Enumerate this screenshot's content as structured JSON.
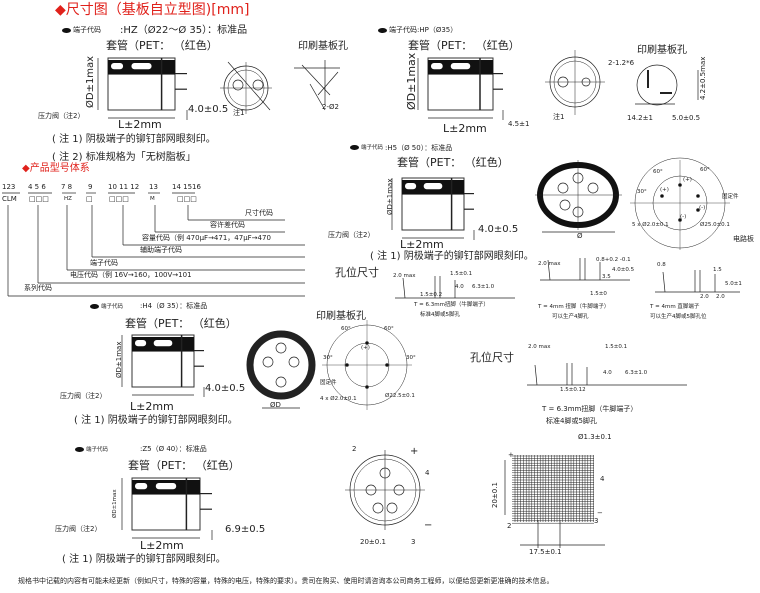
{
  "title": "◆尺寸图（基板自立型图)[mm]",
  "hz": {
    "terminal_prefix": "端子代码",
    "terminal": ":HZ（Ø22～Ø 35）：标准品",
    "sleeve": "套管（PET：  （红色）",
    "diameter": "ØD±1max",
    "valve": "压力阀（注2）",
    "lead": "4.0±0.5",
    "length": "L±2mm",
    "note1_mark": "注1",
    "pcb_title": "印刷基板孔",
    "pcb_hole": "2-Ø2"
  },
  "notes": {
    "note1": "( 注  1) 阴极端子的铆钉部网眼刻印。",
    "note2": "( 注  2) 标准规格为「无树脂板」"
  },
  "model": {
    "heading": "◆产品型号体系",
    "digits": [
      "123",
      "4 5 6",
      "7 8",
      "9",
      "10 11 12",
      "13",
      "14 1516"
    ],
    "codes": [
      "CLM",
      "□□□",
      "HZ",
      "□",
      "□□□",
      "M",
      "□□□"
    ],
    "labels": [
      "尺寸代码",
      "容许差代码",
      "容量代码（例 470μF→471，47μF→470",
      "辅助端子代码",
      "端子代码",
      "电压代码（例 16V→160，100V→101",
      "系列代码"
    ]
  },
  "hp": {
    "terminal": "端子代码:HP（Ø35）",
    "sleeve": "套管（PET：  （红色）",
    "diameter": "ØD±1max",
    "lead": "4.5±1",
    "length": "L±2mm",
    "note1_mark": "注1",
    "pcb_title": "印刷基板孔",
    "pcb_hole": "2-1.2*6",
    "height": "4.2±0.5max",
    "dim1": "14.2±1",
    "dim2": "5.0±0.5"
  },
  "h5": {
    "terminal_prefix": "端子代码",
    "terminal": ":H5（Ø 50）：标准品",
    "sleeve": "套管（PET：  （红色）",
    "diameter": "ØD±1max",
    "valve": "压力阀（注2）",
    "lead": "4.0±0.5",
    "length": "L±2mm",
    "note1": "( 注  1) 阴极端子的铆钉部网眼刻印。",
    "dia": "Ø",
    "angle1": "60°",
    "angle2": "60°",
    "angle3": "30°",
    "plus1": "(+)",
    "plus2": "(+)",
    "minus1": "(-)",
    "minus2": "(-)",
    "fix": "固定件",
    "holes": "5 x Ø2.0±0.1",
    "circle": "Ø25.0±0.1",
    "board": "电路板"
  },
  "holepos": {
    "title": "孔位尺寸",
    "a": {
      "d1": "2.0 max",
      "d2": "1.5±0.1",
      "d3": "4.0",
      "d4": "6.3±1.0",
      "d5": "1.5±0.2",
      "cap1": "T = 6.3mm扭脚（牛脚端子）",
      "cap2": "标准4脚或5脚孔"
    },
    "b": {
      "d1": "2.0 max",
      "d2": "0.8+0.2 -0.1",
      "d3": "3.5",
      "d4": "4.0±0.5",
      "d5": "1.5±0",
      "cap1": "T = 4mm 扭脚（牛脚端子）",
      "cap2": "可以生产4脚孔"
    },
    "c": {
      "d1": "0.8",
      "d2": "1.5",
      "d3": "5.0±1",
      "d4": "2.0",
      "d5": "2.0",
      "cap1": "T = 4mm 直脚端子",
      "cap2": "可以生产4脚或5脚孔位"
    }
  },
  "h4": {
    "terminal_prefix": "端子代码",
    "terminal": ":H4（Ø 35）：标准品",
    "sleeve": "套管（PET：  （红色）",
    "diameter": "ØD±1max",
    "valve": "压力阀（注2）",
    "lead": "4.0±0.5",
    "length": "L±2mm",
    "note1": "( 注  1) 阴极端子的铆钉部网眼刻印。",
    "dia": "ØD",
    "pcb_title": "印刷基板孔",
    "angle1": "60°",
    "angle2": "60°",
    "angle3": "30°",
    "angle4": "30°",
    "plus": "(+)",
    "fix": "固定件",
    "holes": "4 x Ø2.0±0.1",
    "circle": "Ø22.5±0.1"
  },
  "holepos2": {
    "title": "孔位尺寸",
    "d1": "2.0 max",
    "d2": "1.5±0.1",
    "d3": "4.0",
    "d4": "6.3±1.0",
    "d5": "1.5±0.12",
    "cap1": "T = 6.3mm扭脚（牛脚端子）",
    "cap2": "标准4脚或5脚孔"
  },
  "z5": {
    "terminal_prefix": "端子代码",
    "terminal": ":Z5（Ø 40）：标准品",
    "sleeve": "套管（PET：  （红色）",
    "diameter": "ØD±1max",
    "valve": "压力阀（注2）",
    "lead": "6.9±0.5",
    "length": "L±2mm",
    "note1": "( 注  1) 阴极端子的铆钉部网眼刻印。"
  },
  "pins": {
    "p2": "2",
    "plus": "+",
    "p4": "4",
    "minus": "−",
    "p3": "3",
    "dim": "20±0.1"
  },
  "grid": {
    "hole": "Ø1.3±0.1",
    "plus": "+",
    "p4": "4",
    "minus": "−",
    "p2": "2",
    "p3": "3",
    "vdim": "20±0.1",
    "hdim": "17.5±0.1"
  },
  "footer": "规格书中记载的内容有可能未经更新（例如尺寸，特殊的容量，特殊的电压，特殊的要求）。贵司在购买、使用时请咨询本公司商务工程师，以便给您更新更准确的技术信息。"
}
